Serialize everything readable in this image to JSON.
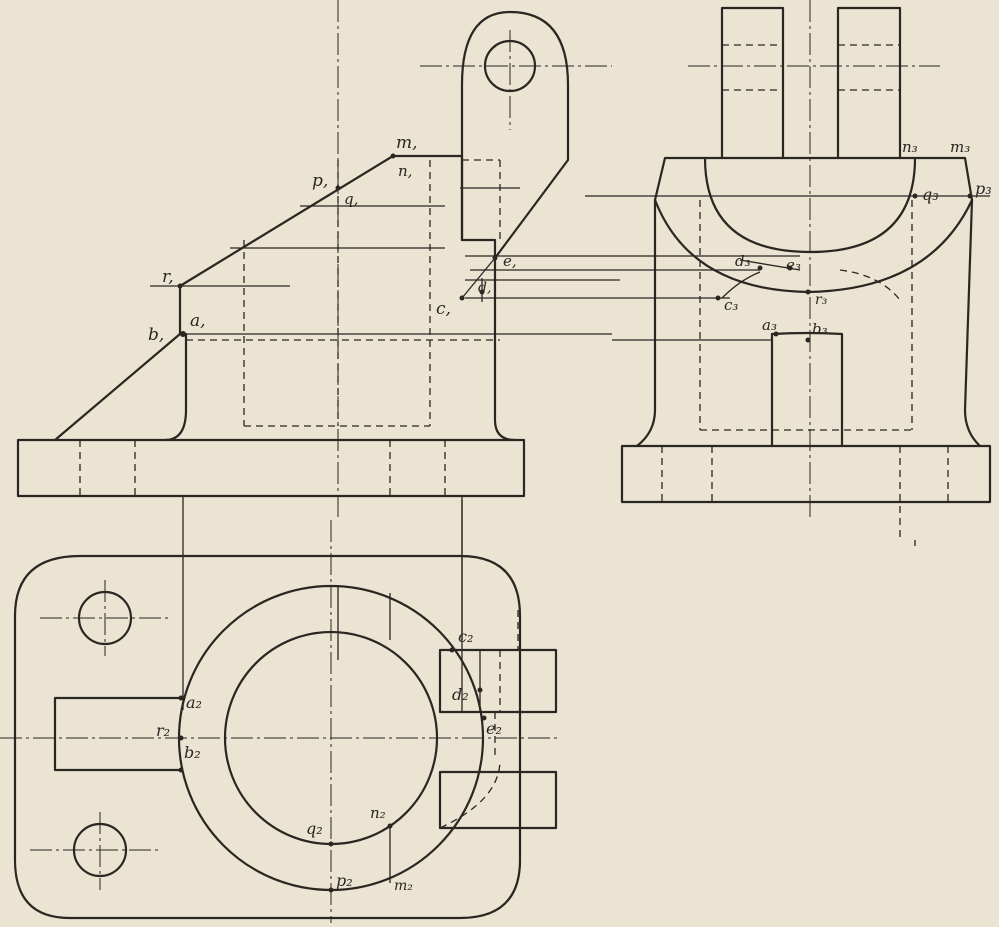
{
  "labels": {
    "front": {
      "m1": "m,",
      "n1": "n,",
      "p1": "p,",
      "q1": "q,",
      "r1": "r,",
      "a1": "a,",
      "b1": "b,",
      "c1": "c,",
      "d1": "d,",
      "e1": "e,"
    },
    "side": {
      "n3": "n₃",
      "m3": "m₃",
      "q3": "q₃",
      "p3": "p₃",
      "d3": "d₃",
      "e3": "e₃",
      "c3": "c₃",
      "r3": "r₃",
      "a3": "a₃",
      "b3": "b₃"
    },
    "plan": {
      "c2": "c₂",
      "d2": "d₂",
      "e2": "e₂",
      "a2": "a₂",
      "r2": "r₂",
      "b2": "b₂",
      "q2": "q₂",
      "n2": "n₂",
      "p2": "p₂",
      "m2": "m₂"
    }
  },
  "colors": {
    "paper": "#ebe4d2",
    "ink": "#2a2622"
  }
}
